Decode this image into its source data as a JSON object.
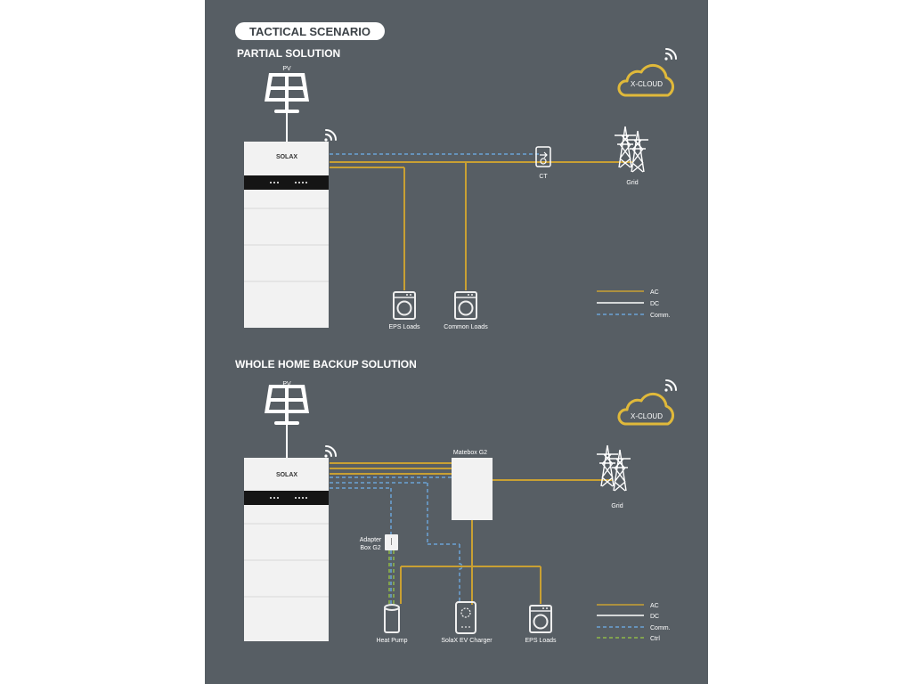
{
  "header": {
    "title": "TACTICAL SCENARIO"
  },
  "partial": {
    "heading": "PARTIAL SOLUTION",
    "pv_label": "PV",
    "brand": "SOLAX",
    "cloud": "X-CLOUD",
    "ct": "CT",
    "grid": "Grid",
    "eps_loads": "EPS Loads",
    "common_loads": "Common Loads"
  },
  "whole": {
    "heading": "WHOLE HOME BACKUP SOLUTION",
    "pv_label": "PV",
    "brand": "SOLAX",
    "cloud": "X-CLOUD",
    "matebox": "Matebox G2",
    "grid": "Grid",
    "adapter_line1": "Adapter",
    "adapter_line2": "Box G2",
    "heat_pump": "Heat Pump",
    "ev_charger": "SolaX EV Charger",
    "eps_loads": "EPS Loads"
  },
  "legend_partial": [
    "AC",
    "DC",
    "Comm."
  ],
  "legend_whole": [
    "AC",
    "DC",
    "Comm.",
    "Ctrl"
  ],
  "colors": {
    "background": "#575e64",
    "ac": "#c9a033",
    "dc": "#ffffff",
    "comm": "#6ba3d6",
    "ctrl": "#8fb848",
    "cloud": "#e0b93a",
    "appliance": "#eeeeee"
  }
}
